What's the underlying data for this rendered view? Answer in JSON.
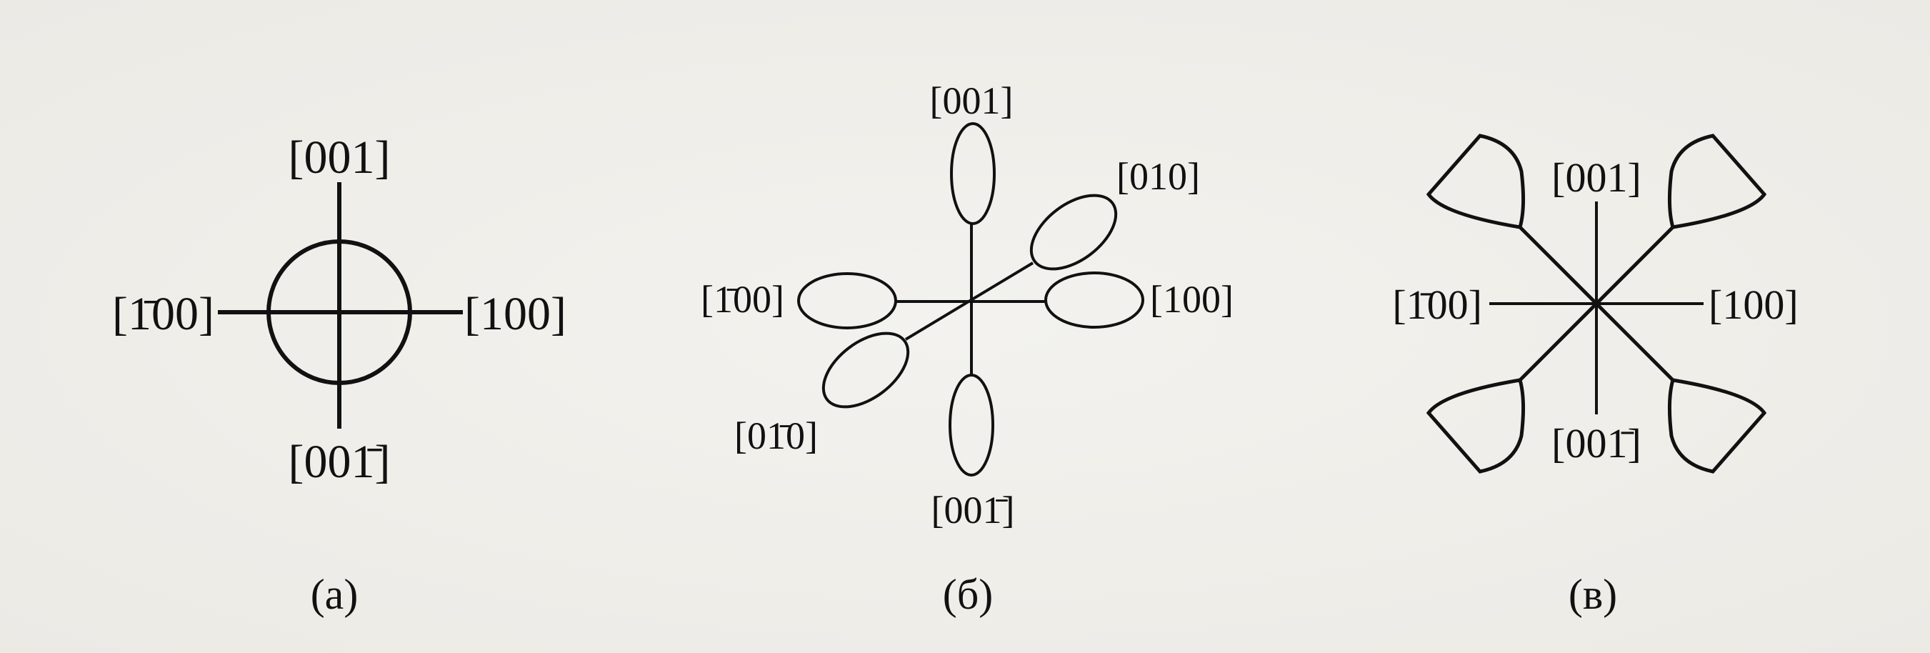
{
  "panels": [
    {
      "caption": "(а)",
      "labels": {
        "top": "[001]",
        "left": "[1̄00]",
        "right": "[100]",
        "bottom": "[001̄]"
      }
    },
    {
      "caption": "(б)",
      "labels": {
        "top": "[001]",
        "upper_right": "[010]",
        "left": "[1̄00]",
        "right": "[100]",
        "lower_left": "[01̄0]",
        "bottom": "[001̄]"
      }
    },
    {
      "caption": "(в)",
      "labels": {
        "top": "[001]",
        "left": "[1̄00]",
        "right": "[100]",
        "bottom": "[001̄]"
      }
    }
  ]
}
